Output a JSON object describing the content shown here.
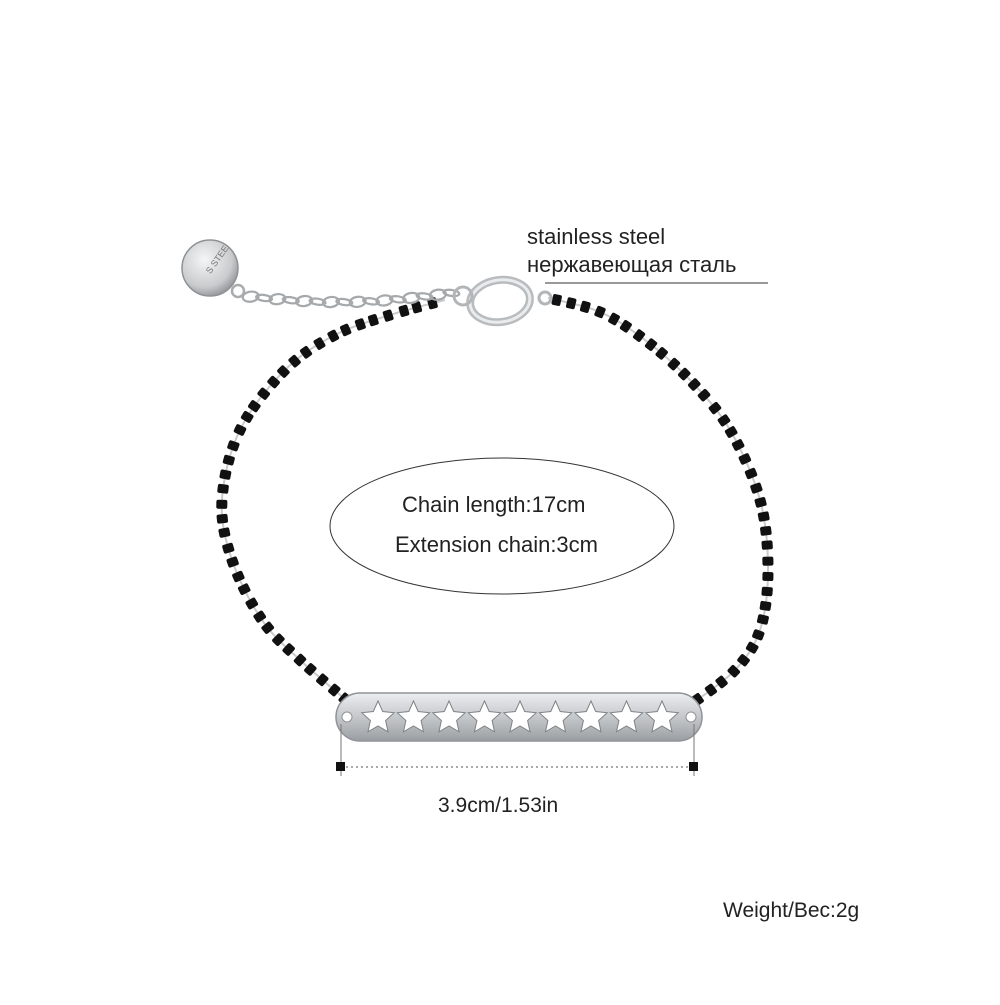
{
  "callout": {
    "material_en": "stainless steel",
    "material_ru": "нержавеющая сталь"
  },
  "specs": {
    "chain_length": "Chain length:17cm",
    "extension_chain": "Extension chain:3cm"
  },
  "dimension": {
    "bar_width": "3.9cm/1.53in"
  },
  "weight": "Weight/Вес:2g",
  "colors": {
    "background": "#ffffff",
    "steel": "#c9cbcd",
    "bead": "#111111"
  }
}
